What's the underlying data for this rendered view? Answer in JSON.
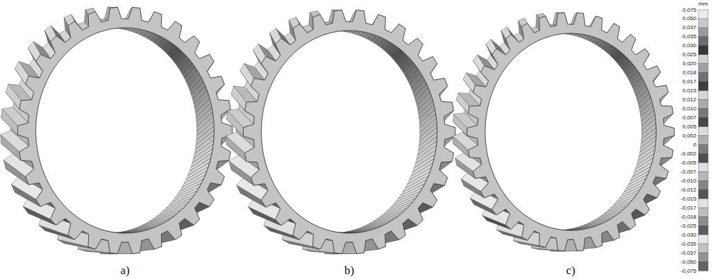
{
  "diagram": {
    "labels": [
      "a)",
      "b)",
      "c)",
      "mm",
      "0,075",
      "0,050",
      "0,037",
      "0,035",
      "0,030",
      "0,025",
      "0,020",
      "0,018",
      "0,017",
      "0,015",
      "0,012",
      "0,010",
      "0,007",
      "0,005",
      "0,002",
      "0",
      "-0,002",
      "-0,005",
      "-0,007",
      "-0,010",
      "-0,012",
      "-0,015",
      "-0,017",
      "-0,018",
      "-0,025",
      "-0,030",
      "-0,035",
      "-0,037",
      "-0,050",
      "-0,075"
    ]
  }
}
